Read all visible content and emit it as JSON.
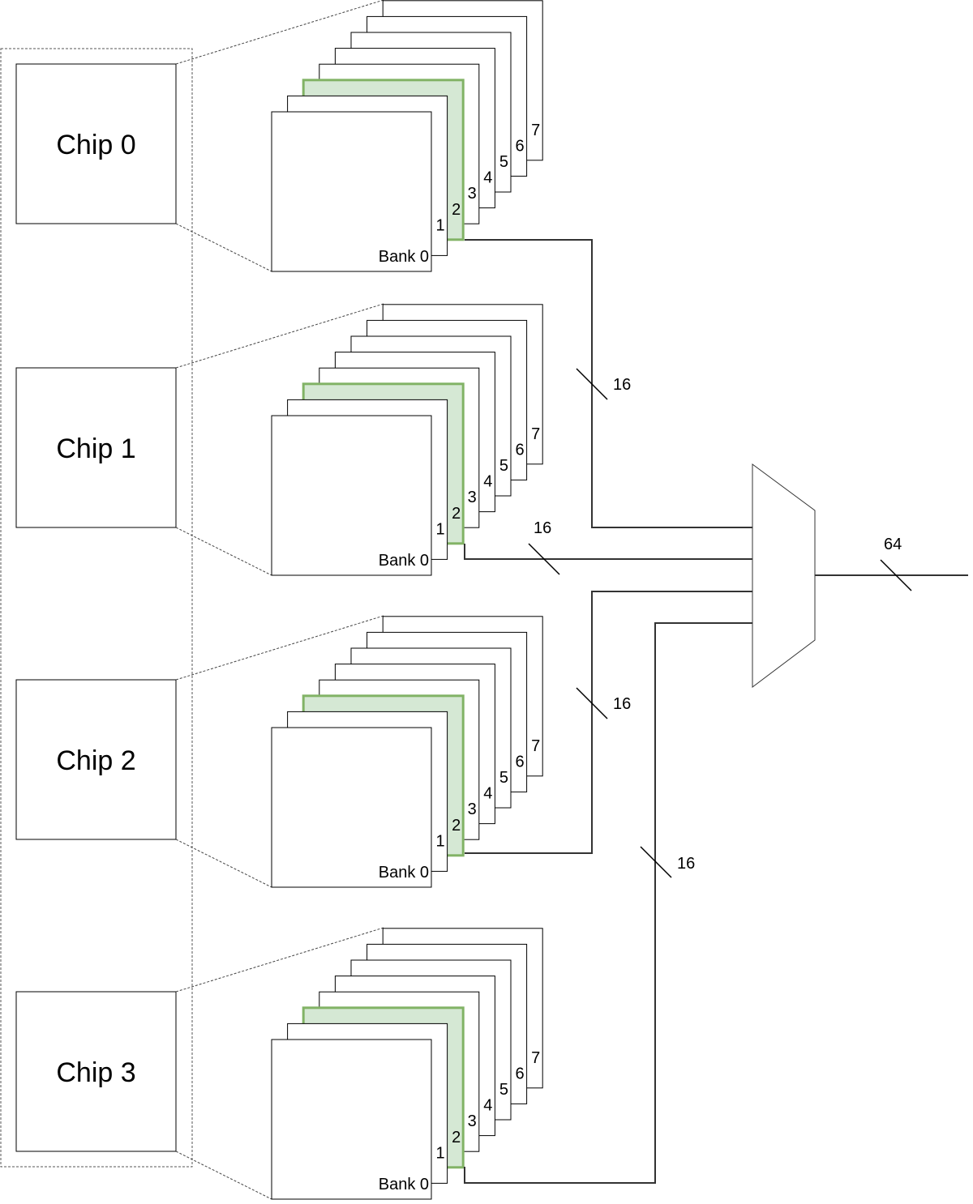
{
  "chips": [
    {
      "label": "Chip 0",
      "bank_zero_label": "Bank 0",
      "bank_numbers": [
        "1",
        "2",
        "3",
        "4",
        "5",
        "6",
        "7"
      ],
      "highlighted_bank": "2"
    },
    {
      "label": "Chip 1",
      "bank_zero_label": "Bank 0",
      "bank_numbers": [
        "1",
        "2",
        "3",
        "4",
        "5",
        "6",
        "7"
      ],
      "highlighted_bank": "2"
    },
    {
      "label": "Chip 2",
      "bank_zero_label": "Bank 0",
      "bank_numbers": [
        "1",
        "2",
        "3",
        "4",
        "5",
        "6",
        "7"
      ],
      "highlighted_bank": "2"
    },
    {
      "label": "Chip 3",
      "bank_zero_label": "Bank 0",
      "bank_numbers": [
        "1",
        "2",
        "3",
        "4",
        "5",
        "6",
        "7"
      ],
      "highlighted_bank": "2"
    }
  ],
  "bus_widths": [
    "16",
    "16",
    "16",
    "16"
  ],
  "mux_output_width": "64",
  "colors": {
    "highlight_stroke": "#82b366",
    "highlight_fill": "#d5e8d4",
    "line": "#000000",
    "wire": "#333333"
  }
}
